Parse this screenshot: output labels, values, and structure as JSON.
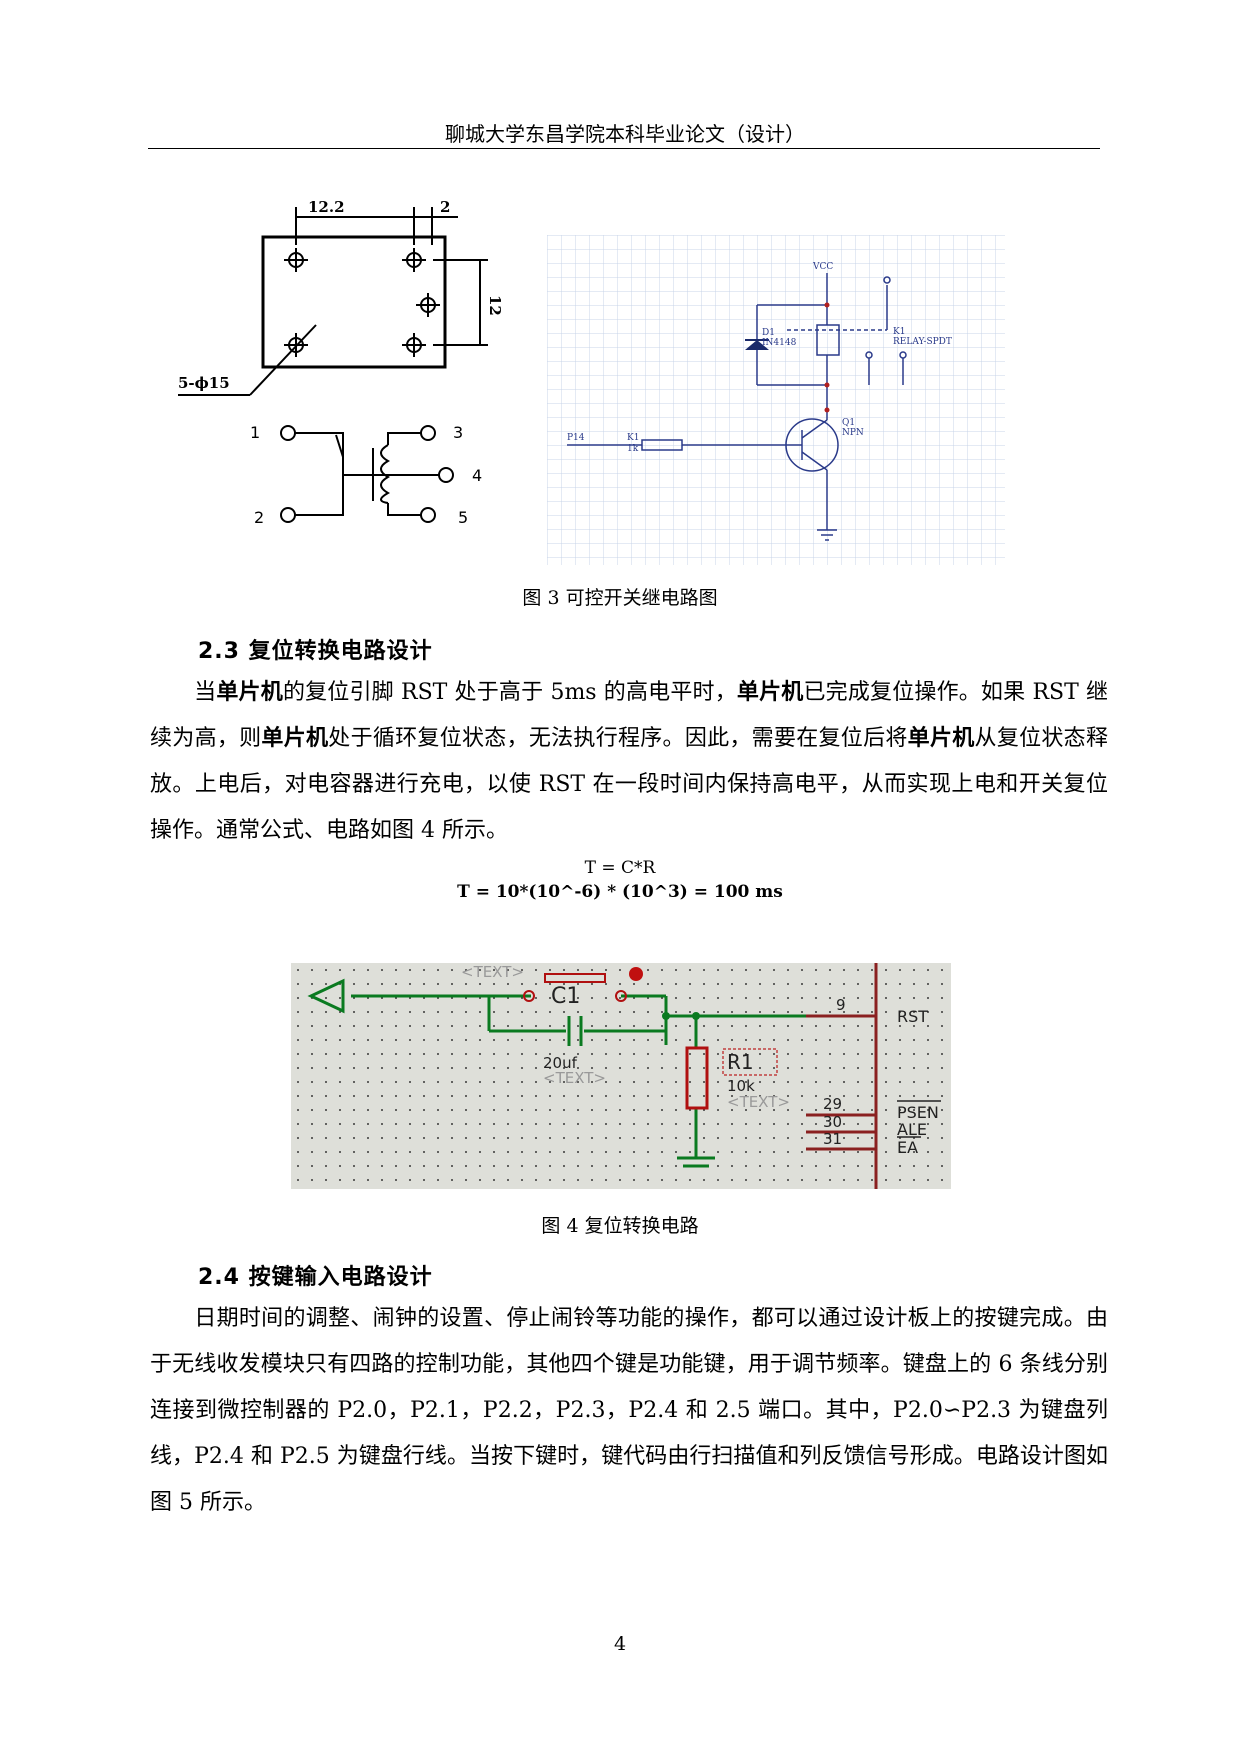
{
  "header": {
    "title": "聊城大学东昌学院本科毕业论文（设计）"
  },
  "figure3": {
    "caption": "图 3 可控开关继电路图",
    "dim_width": "12.2",
    "dim_gap": "2",
    "dim_height": "12",
    "hole_label": "5-ϕ15",
    "pin_labels": [
      "1",
      "2",
      "3",
      "4",
      "5"
    ],
    "schematic": {
      "vcc": "VCC",
      "diode_ref": "D1",
      "diode_part": "IN4148",
      "relay_ref": "K1",
      "relay_ref2": "K1",
      "relay_part": "RELAY-SPDT",
      "port": "P14",
      "resistor_ref": "K1",
      "resistor_value": "1k",
      "transistor_ref": "Q1",
      "transistor_type": "NPN"
    }
  },
  "section23": {
    "title": "2.3 复位转换电路设计",
    "p1": "当",
    "p1b": "单片机",
    "p2": "的复位引脚 RST 处于高于 5ms 的高电平时，",
    "p2b": "单片机",
    "p3": "已完成复位操作。如果 RST 继续为高，则",
    "p3b": "单片机",
    "p4": "处于循环复位状态，无法执行程序。因此，需要在复位后将",
    "p4b": "单片机",
    "p5": "从复位状态释放。上电后，对电容器进行充电，以使 RST 在一段时间内保持高电平，从而实现上电和开关复位操作。通常公式、电路如图 4 所示。"
  },
  "formula": {
    "line1": "T   =   C*R",
    "line2": "T = 10*(10^-6) * (10^3) = 100 ms"
  },
  "figure4": {
    "caption": "图 4 复位转换电路",
    "text_tag": "<TEXT>",
    "c1_ref": "C1",
    "c1_value": "20uf",
    "r1_ref": "R1",
    "r1_value": "10k",
    "pins": [
      "9",
      "29",
      "30",
      "31"
    ],
    "pin_names": [
      "RST",
      "PSEN",
      "ALE",
      "EA"
    ]
  },
  "section24": {
    "title": "2.4 按键输入电路设计",
    "body": "日期时间的调整、闹钟的设置、停止闹铃等功能的操作，都可以通过设计板上的按键完成。由于无线收发模块只有四路的控制功能，其他四个键是功能键，用于调节频率。键盘上的 6 条线分别连接到微控制器的 P2.0，P2.1，P2.2，P2.3，P2.4 和 2.5 端口。其中，P2.0∽P2.3 为键盘列线，P2.4 和 P2.5 为键盘行线。当按下键时，键代码由行扫描值和列反馈信号形成。电路设计图如图 5 所示。"
  },
  "page_number": "4"
}
